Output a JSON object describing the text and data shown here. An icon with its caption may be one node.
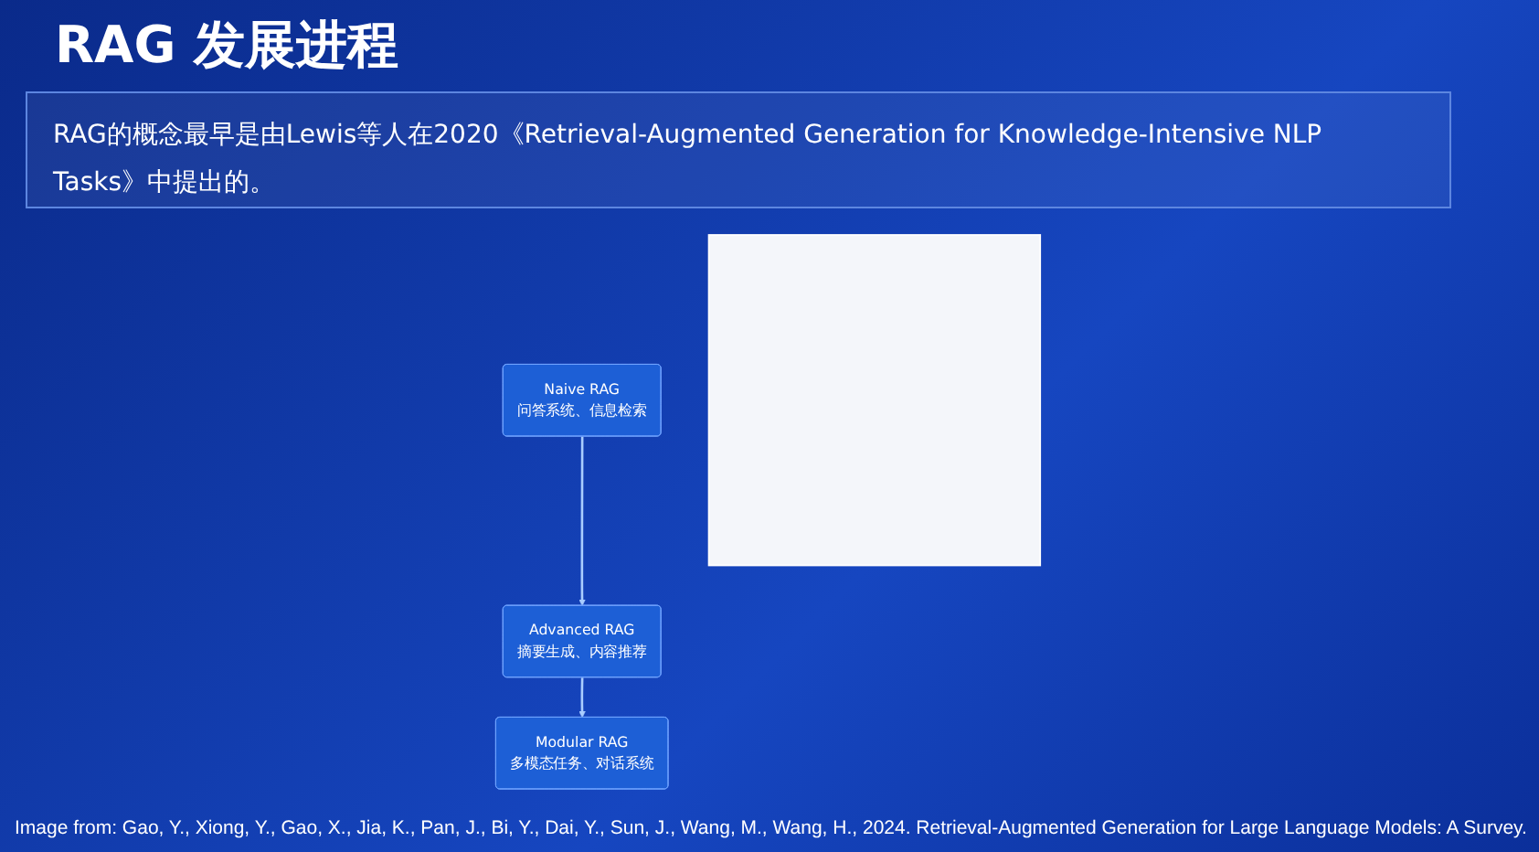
{
  "diagram": {
    "title": "RAG 发展进程",
    "caption": "Image from: Gao, Y., Xiong, Y., Gao, X., Jia, K., Pan, J., Bi, Y., Dai, Y., Sun, J., Wang, M., Wang, H., 2024. Retrieval-Augmented Generation for Large Language Models: A Survey.",
    "nodes": [
      {
        "text": [
          "Naive RAG",
          "问答系统、信息检索"
        ]
      },
      {
        "text": [
          "Advanced RAG",
          "摘要生成、内容推荐"
        ]
      },
      {
        "text": [
          "Modular RAG",
          "多模态任务、对话系统"
        ]
      },
      {
        "text": [],
        "shape": "box"
      }
    ],
    "edges": [
      {
        "from": 0,
        "to": 1,
        "arrow": "to"
      },
      {
        "from": 1,
        "to": 2,
        "arrow": "to"
      }
    ],
    "labels": [
      "RAG的概念最早是由Lewis等人在2020《Retrieval-Augmented Generation for Knowledge-Intensive NLP Tasks》中提出的。"
    ]
  }
}
